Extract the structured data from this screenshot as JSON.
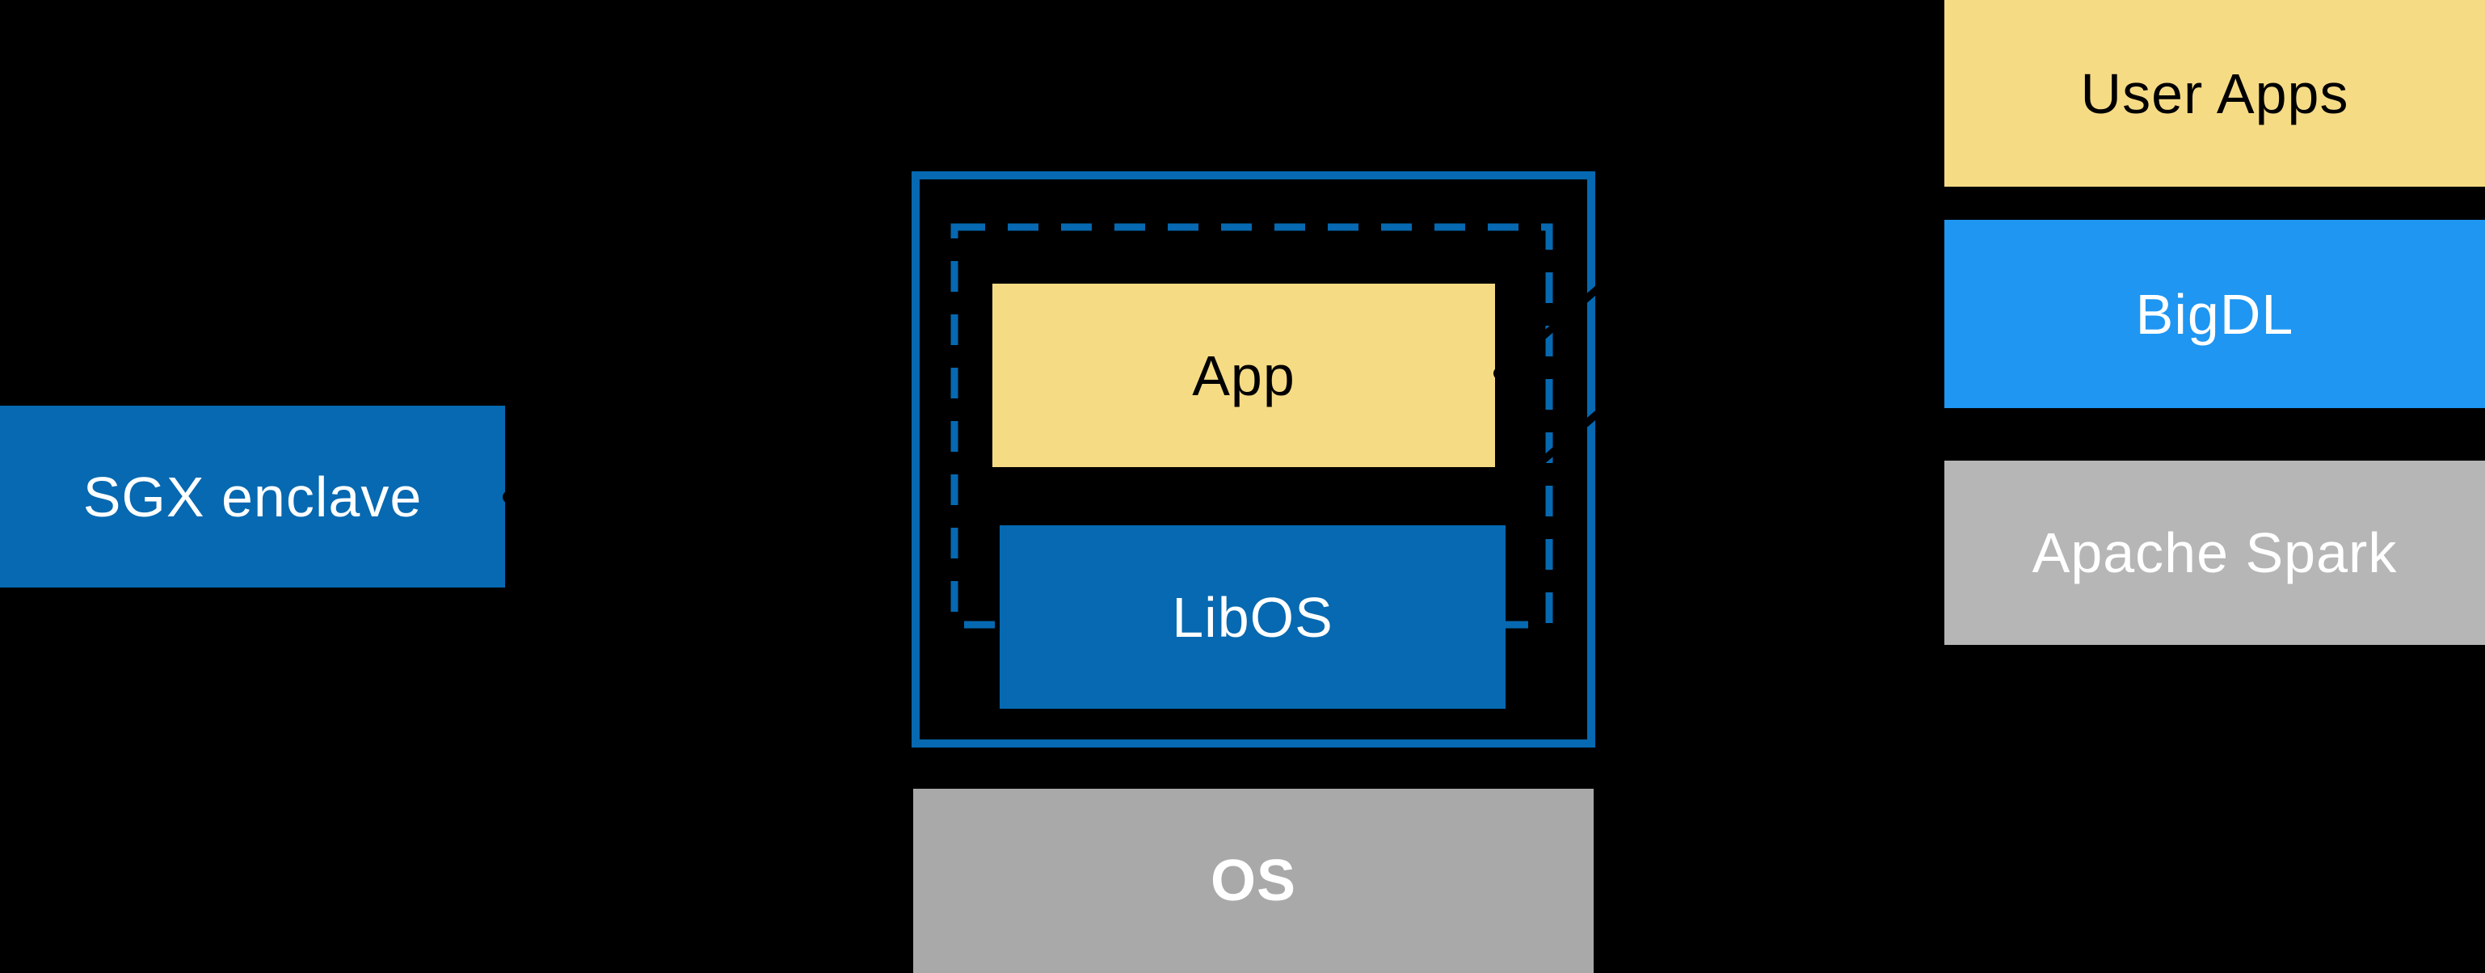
{
  "canvas": {
    "background": "#000000"
  },
  "palette": {
    "intel_blue": "#0669B1",
    "bright_blue": "#1E96F2",
    "yellow": "#F6DB85",
    "gray_os": "#A9A9A9",
    "gray_spark": "#B6B6B6",
    "white": "#FFFFFF",
    "black": "#000000"
  },
  "sgx_box": {
    "label": "SGX enclave"
  },
  "enclave_group": {
    "app_label": "App",
    "libos_label": "LibOS"
  },
  "os_box": {
    "label": "OS"
  },
  "right_stack": {
    "user_apps_label": "User Apps",
    "bigdl_label": "BigDL",
    "apache_spark_label": "Apache Spark"
  }
}
